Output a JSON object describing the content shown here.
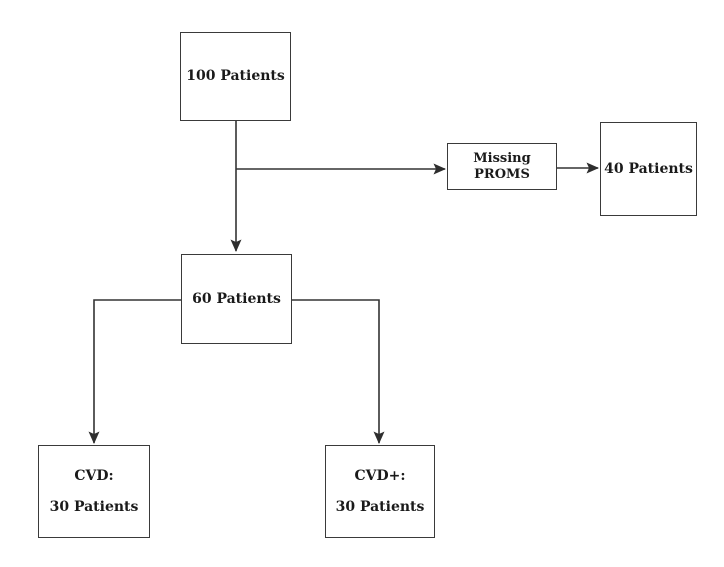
{
  "diagram": {
    "kind": "patient-flow-chart",
    "nodes": {
      "total": {
        "label": "100 Patients"
      },
      "missing": {
        "label": "Missing PROMS"
      },
      "excluded": {
        "label": "40 Patients"
      },
      "included": {
        "label": "60 Patients"
      },
      "cvd": {
        "line1": "CVD:",
        "line2": "30 Patients"
      },
      "cvdplus": {
        "line1": "CVD+:",
        "line2": "30 Patients"
      }
    },
    "colors": {
      "background": "#ffffff",
      "box_fill": "#ffffff",
      "box_border": "#3a3a3a",
      "arrow": "#333333",
      "text": "#1a1a1a"
    }
  }
}
